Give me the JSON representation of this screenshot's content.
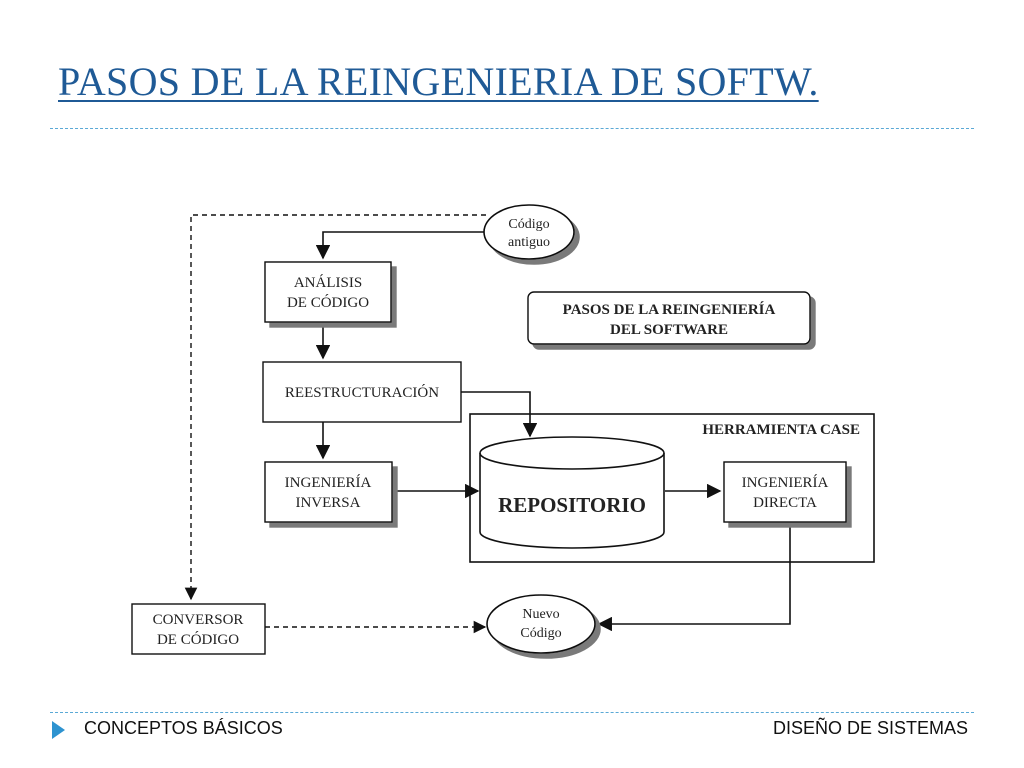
{
  "title": "PASOS DE LA REINGENIERIA DE SOFTW.",
  "diagram": {
    "codigo_antiguo": [
      "Código",
      "antiguo"
    ],
    "analisis": [
      "ANÁLISIS",
      "DE CÓDIGO"
    ],
    "pasos_label": [
      "PASOS DE LA REINGENIERÍA",
      "DEL SOFTWARE"
    ],
    "reestructuracion": "REESTRUCTURACIÓN",
    "herramienta_case": "HERRAMIENTA CASE",
    "ingenieria_inversa": [
      "INGENIERÍA",
      "INVERSA"
    ],
    "repositorio": "REPOSITORIO",
    "ingenieria_directa": [
      "INGENIERÍA",
      "DIRECTA"
    ],
    "conversor": [
      "CONVERSOR",
      "DE CÓDIGO"
    ],
    "nuevo_codigo": [
      "Nuevo",
      "Código"
    ]
  },
  "footer": {
    "left": "CONCEPTOS BÁSICOS",
    "right": "DISEÑO DE SISTEMAS"
  },
  "colors": {
    "title": "#1f5a96",
    "rule": "#5aa9d6",
    "bullet": "#2e93d0"
  }
}
